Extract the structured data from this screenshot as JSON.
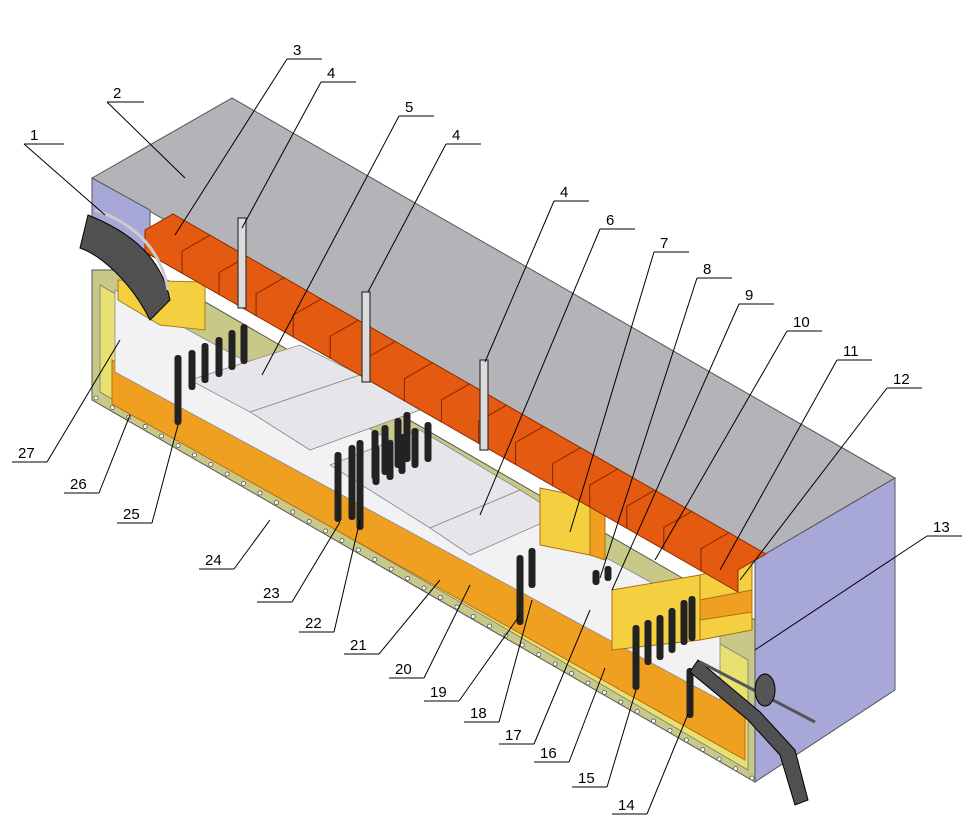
{
  "diagram": {
    "colors": {
      "casing_top": "#b4b4b8",
      "casing_side": "#a8a8d8",
      "shell_edge": "#c8c888",
      "shell_lining": "#e8e070",
      "firebrick_orange": "#f0a020",
      "firebrick_yellow": "#f4d040",
      "roof_brick": "#e45a10",
      "hearth_white": "#f2f2f4",
      "heater_tube": "#222222",
      "pipe_steel": "#444444"
    },
    "callouts": [
      {
        "num": "1"
      },
      {
        "num": "2"
      },
      {
        "num": "3"
      },
      {
        "num": "4"
      },
      {
        "num": "4"
      },
      {
        "num": "4"
      },
      {
        "num": "5"
      },
      {
        "num": "6"
      },
      {
        "num": "7"
      },
      {
        "num": "8"
      },
      {
        "num": "9"
      },
      {
        "num": "10"
      },
      {
        "num": "11"
      },
      {
        "num": "12"
      },
      {
        "num": "13"
      },
      {
        "num": "14"
      },
      {
        "num": "15"
      },
      {
        "num": "16"
      },
      {
        "num": "17"
      },
      {
        "num": "18"
      },
      {
        "num": "19"
      },
      {
        "num": "20"
      },
      {
        "num": "21"
      },
      {
        "num": "22"
      },
      {
        "num": "23"
      },
      {
        "num": "24"
      },
      {
        "num": "25"
      },
      {
        "num": "26"
      },
      {
        "num": "27"
      }
    ]
  }
}
